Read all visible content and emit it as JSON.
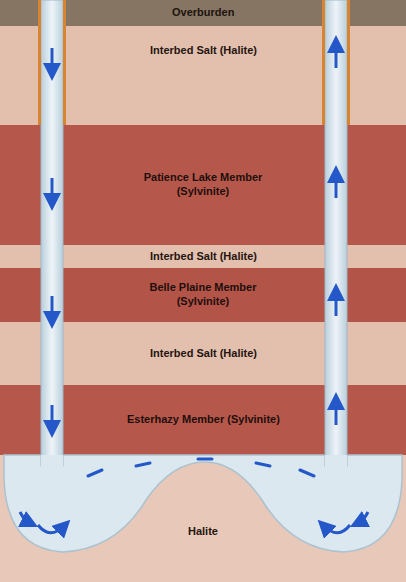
{
  "diagram": {
    "nodes": [
      {
        "text": [
          "Overburden"
        ]
      },
      {
        "text": [
          "Interbed Salt (Halite)"
        ]
      },
      {
        "text": [
          "Patience Lake Member (Sylvinite)"
        ]
      },
      {
        "text": [
          "Interbed Salt (Halite)"
        ]
      },
      {
        "text": [
          "Belle Plaine Member (Sylvinite)"
        ]
      },
      {
        "text": [
          "Interbed Salt (Halite)"
        ]
      },
      {
        "text": [
          "Esterhazy Member (Sylvinite)"
        ]
      },
      {
        "text": [
          "Halite"
        ]
      }
    ]
  }
}
